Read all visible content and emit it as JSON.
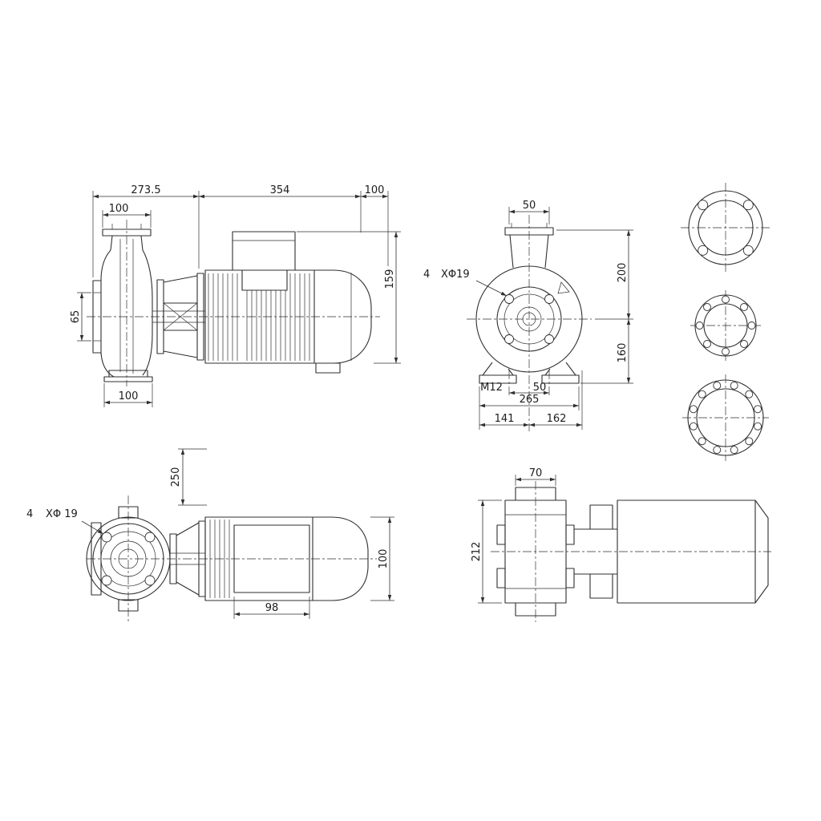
{
  "sheet": {
    "background": "#ffffff",
    "line_color": "#2f2f2f"
  },
  "side_view": {
    "dim_pump_length": "273.5",
    "dim_motor_length": "354",
    "dim_shaft_end": "100",
    "dim_flange_width": "100",
    "dim_suction_port": "65",
    "dim_motor_height": "159",
    "dim_foot_width": "100"
  },
  "end_view": {
    "dim_port": "50",
    "bolt_count": "4",
    "bolt_spec": "XΦ19",
    "dim_height_upper": "200",
    "dim_height_lower": "160",
    "thread_spec": "M12",
    "dim_hole_spacing": "50",
    "dim_base_width": "265",
    "dim_base_left": "141",
    "dim_base_right": "162"
  },
  "top_view": {
    "dim_length": "250",
    "bolt_count": "4",
    "bolt_spec": "XΦ 19",
    "dim_motor_width": "100",
    "dim_box_length": "98"
  },
  "plan_view": {
    "dim_port_width": "70",
    "dim_flange_width": "212"
  }
}
